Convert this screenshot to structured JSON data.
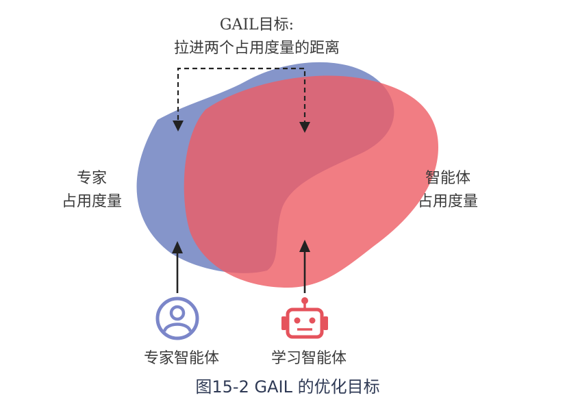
{
  "title": {
    "line1": "GAIL目标:",
    "line2": "拉进两个占用度量的距离"
  },
  "expert_occupancy": {
    "line1": "专家",
    "line2": "占用度量",
    "color": "#7b8cc6"
  },
  "agent_occupancy": {
    "line1": "智能体",
    "line2": "占用度量",
    "color": "#ee6e74"
  },
  "expert_agent": {
    "label": "专家智能体",
    "icon": "person-icon",
    "color": "#7b86c9"
  },
  "learning_agent": {
    "label": "学习智能体",
    "icon": "robot-icon",
    "color": "#e5535c"
  },
  "caption": "图15-2 GAIL 的优化目标"
}
